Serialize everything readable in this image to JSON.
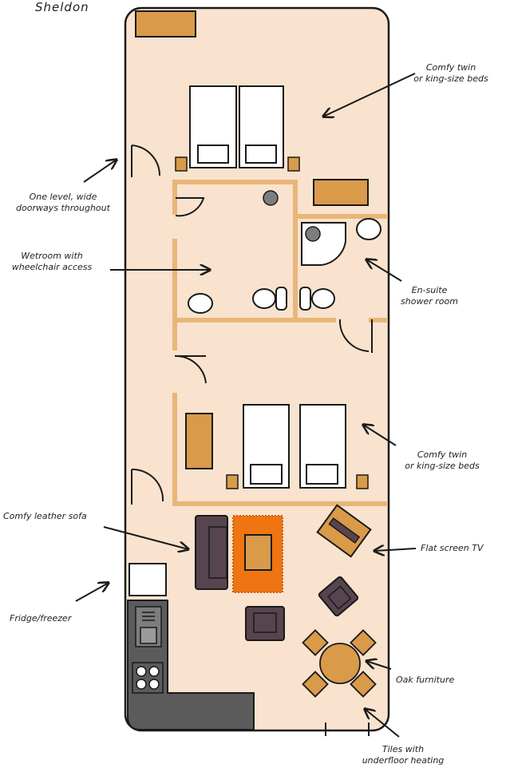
{
  "title": "Sheldon",
  "annotations": {
    "beds_top": [
      "Comfy twin",
      "or king-size beds"
    ],
    "doorways": [
      "One level, wide",
      "doorways throughout"
    ],
    "wetroom": [
      "Wetroom with",
      "wheelchair access"
    ],
    "ensuite": [
      "En-suite",
      "shower room"
    ],
    "beds_bottom": [
      "Comfy twin",
      "or king-size beds"
    ],
    "sofa": "Comfy leather sofa",
    "tv": "Flat screen TV",
    "fridge": "Fridge/freezer",
    "oak": "Oak furniture",
    "tiles": [
      "Tiles with",
      "underfloor heating"
    ]
  },
  "colors": {
    "floor": "#f9e3cf",
    "outline": "#1a1a1a",
    "wall": "#e9b678",
    "oak": "#d99a4a",
    "oak_dark": "#b77a2e",
    "sofa": "#57444f",
    "rug": "#ee7512",
    "counter": "#5b5b5b",
    "basin": "#ffffff",
    "fixture_grey": "#7d7d7d"
  }
}
